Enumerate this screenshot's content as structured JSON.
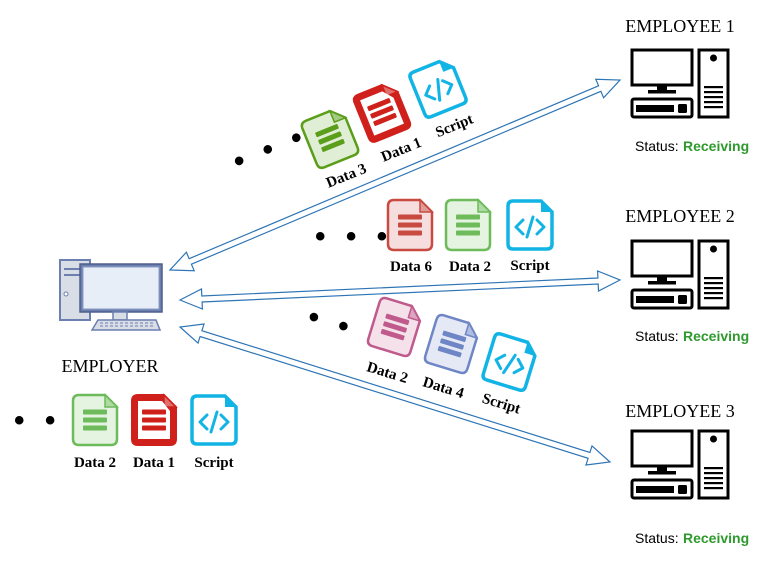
{
  "colors": {
    "arrow": "#2e75b6",
    "monitor_frame": "#6b7fb0",
    "monitor_screen_fill": "#e8eef8",
    "status_ok": "#2e9a2e",
    "doc_green_dark": "#5a9e1a",
    "doc_green_light": "#6dbb5a",
    "doc_red_dark": "#d0201c",
    "doc_red_light": "#c84a40",
    "doc_pink": "#c05a8c",
    "doc_lavender": "#6f86c6",
    "script_cyan": "#12b4e6"
  },
  "employer": {
    "label": "EMPLOYER",
    "ellipsis": "• • •",
    "queue": [
      {
        "label": "Data 2",
        "icon": "document-icon",
        "color_key": "doc_green_light",
        "style": "outline"
      },
      {
        "label": "Data 1",
        "icon": "document-icon",
        "color_key": "doc_red_dark",
        "style": "solid"
      },
      {
        "label": "Script",
        "icon": "code-file-icon",
        "color_key": "script_cyan",
        "style": "outline"
      }
    ]
  },
  "employees": [
    {
      "label": "EMPLOYEE 1",
      "status_label": "Status:",
      "status_value": "Receiving"
    },
    {
      "label": "EMPLOYEE 2",
      "status_label": "Status:",
      "status_value": "Receiving"
    },
    {
      "label": "EMPLOYEE 3",
      "status_label": "Status:",
      "status_value": "Receiving"
    }
  ],
  "transfers": [
    {
      "ellipsis": "• • •",
      "packets": [
        {
          "label": "Data 3",
          "icon": "document-icon",
          "color_key": "doc_green_dark",
          "style": "outline"
        },
        {
          "label": "Data 1",
          "icon": "document-icon",
          "color_key": "doc_red_dark",
          "style": "solid"
        },
        {
          "label": "Script",
          "icon": "code-file-icon",
          "color_key": "script_cyan",
          "style": "outline"
        }
      ]
    },
    {
      "ellipsis": "• • •",
      "packets": [
        {
          "label": "Data 6",
          "icon": "document-icon",
          "color_key": "doc_red_light",
          "style": "outline"
        },
        {
          "label": "Data 2",
          "icon": "document-icon",
          "color_key": "doc_green_light",
          "style": "outline"
        },
        {
          "label": "Script",
          "icon": "code-file-icon",
          "color_key": "script_cyan",
          "style": "outline"
        }
      ]
    },
    {
      "ellipsis": "• • •",
      "packets": [
        {
          "label": "Data 2",
          "icon": "document-icon",
          "color_key": "doc_pink",
          "style": "outline"
        },
        {
          "label": "Data 4",
          "icon": "document-icon",
          "color_key": "doc_lavender",
          "style": "outline"
        },
        {
          "label": "Script",
          "icon": "code-file-icon",
          "color_key": "script_cyan",
          "style": "outline"
        }
      ]
    }
  ]
}
